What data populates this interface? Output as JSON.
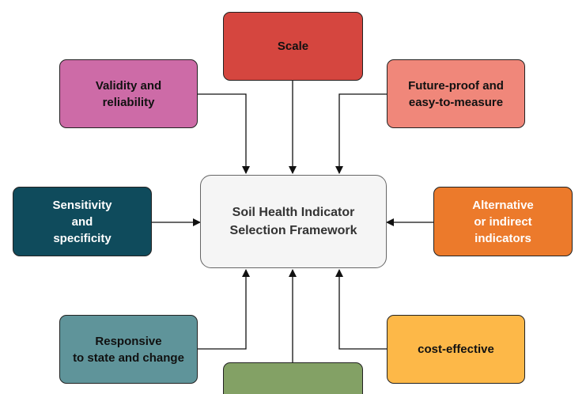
{
  "center": {
    "label": "Soil Health Indicator\nSelection Framework",
    "fill": "#f5f5f5",
    "text_color": "#333333"
  },
  "nodes": {
    "scale": {
      "label": "Scale",
      "fill": "#d5463f",
      "text_color": "#111111"
    },
    "validity": {
      "label": "Validity and\nreliability",
      "fill": "#cd6ba7",
      "text_color": "#111111"
    },
    "future_proof": {
      "label": "Future-proof and\neasy-to-measure",
      "fill": "#f0877a",
      "text_color": "#111111"
    },
    "sensitivity": {
      "label": "Sensitivity\nand\nspecificity",
      "fill": "#0f4b5c",
      "text_color": "#ffffff"
    },
    "alternative": {
      "label": "Alternative\nor indirect\nindicators",
      "fill": "#ec7a2b",
      "text_color": "#ffffff"
    },
    "responsive": {
      "label": "Responsive\nto state and change",
      "fill": "#5f949a",
      "text_color": "#111111"
    },
    "cost_effective": {
      "label": "cost-effective",
      "fill": "#fdb848",
      "text_color": "#111111"
    },
    "bottom_cut": {
      "label": "",
      "fill": "#83a165",
      "text_color": "#111111"
    }
  }
}
